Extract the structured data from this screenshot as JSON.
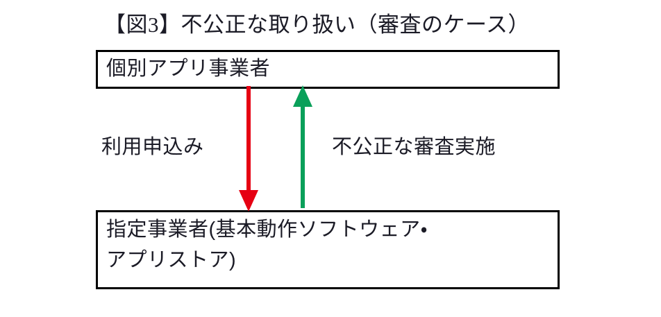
{
  "figure": {
    "title": "【図3】不公正な取り扱い（審査のケース）"
  },
  "boxes": {
    "top": {
      "label": "個別アプリ事業者"
    },
    "bottom": {
      "label": "指定事業者(基本動作ソフトウェア・\nアプリストア)"
    }
  },
  "flows": [
    {
      "label": "利用申込み",
      "direction": "down",
      "from": "個別アプリ事業者",
      "to": "指定事業者(基本動作ソフトウェア・アプリストア)",
      "color": "#E60012",
      "icon": "arrow-down-icon"
    },
    {
      "label": "不公正な審査実施",
      "direction": "up",
      "from": "指定事業者(基本動作ソフトウェア・アプリストア)",
      "to": "個別アプリ事業者",
      "color": "#0AA05A",
      "icon": "arrow-up-icon"
    }
  ],
  "colors": {
    "background": "#FFFFFF",
    "box_border": "#000000",
    "text": "#1B1B26",
    "arrow_red": "#E60012",
    "arrow_green": "#0AA05A"
  }
}
